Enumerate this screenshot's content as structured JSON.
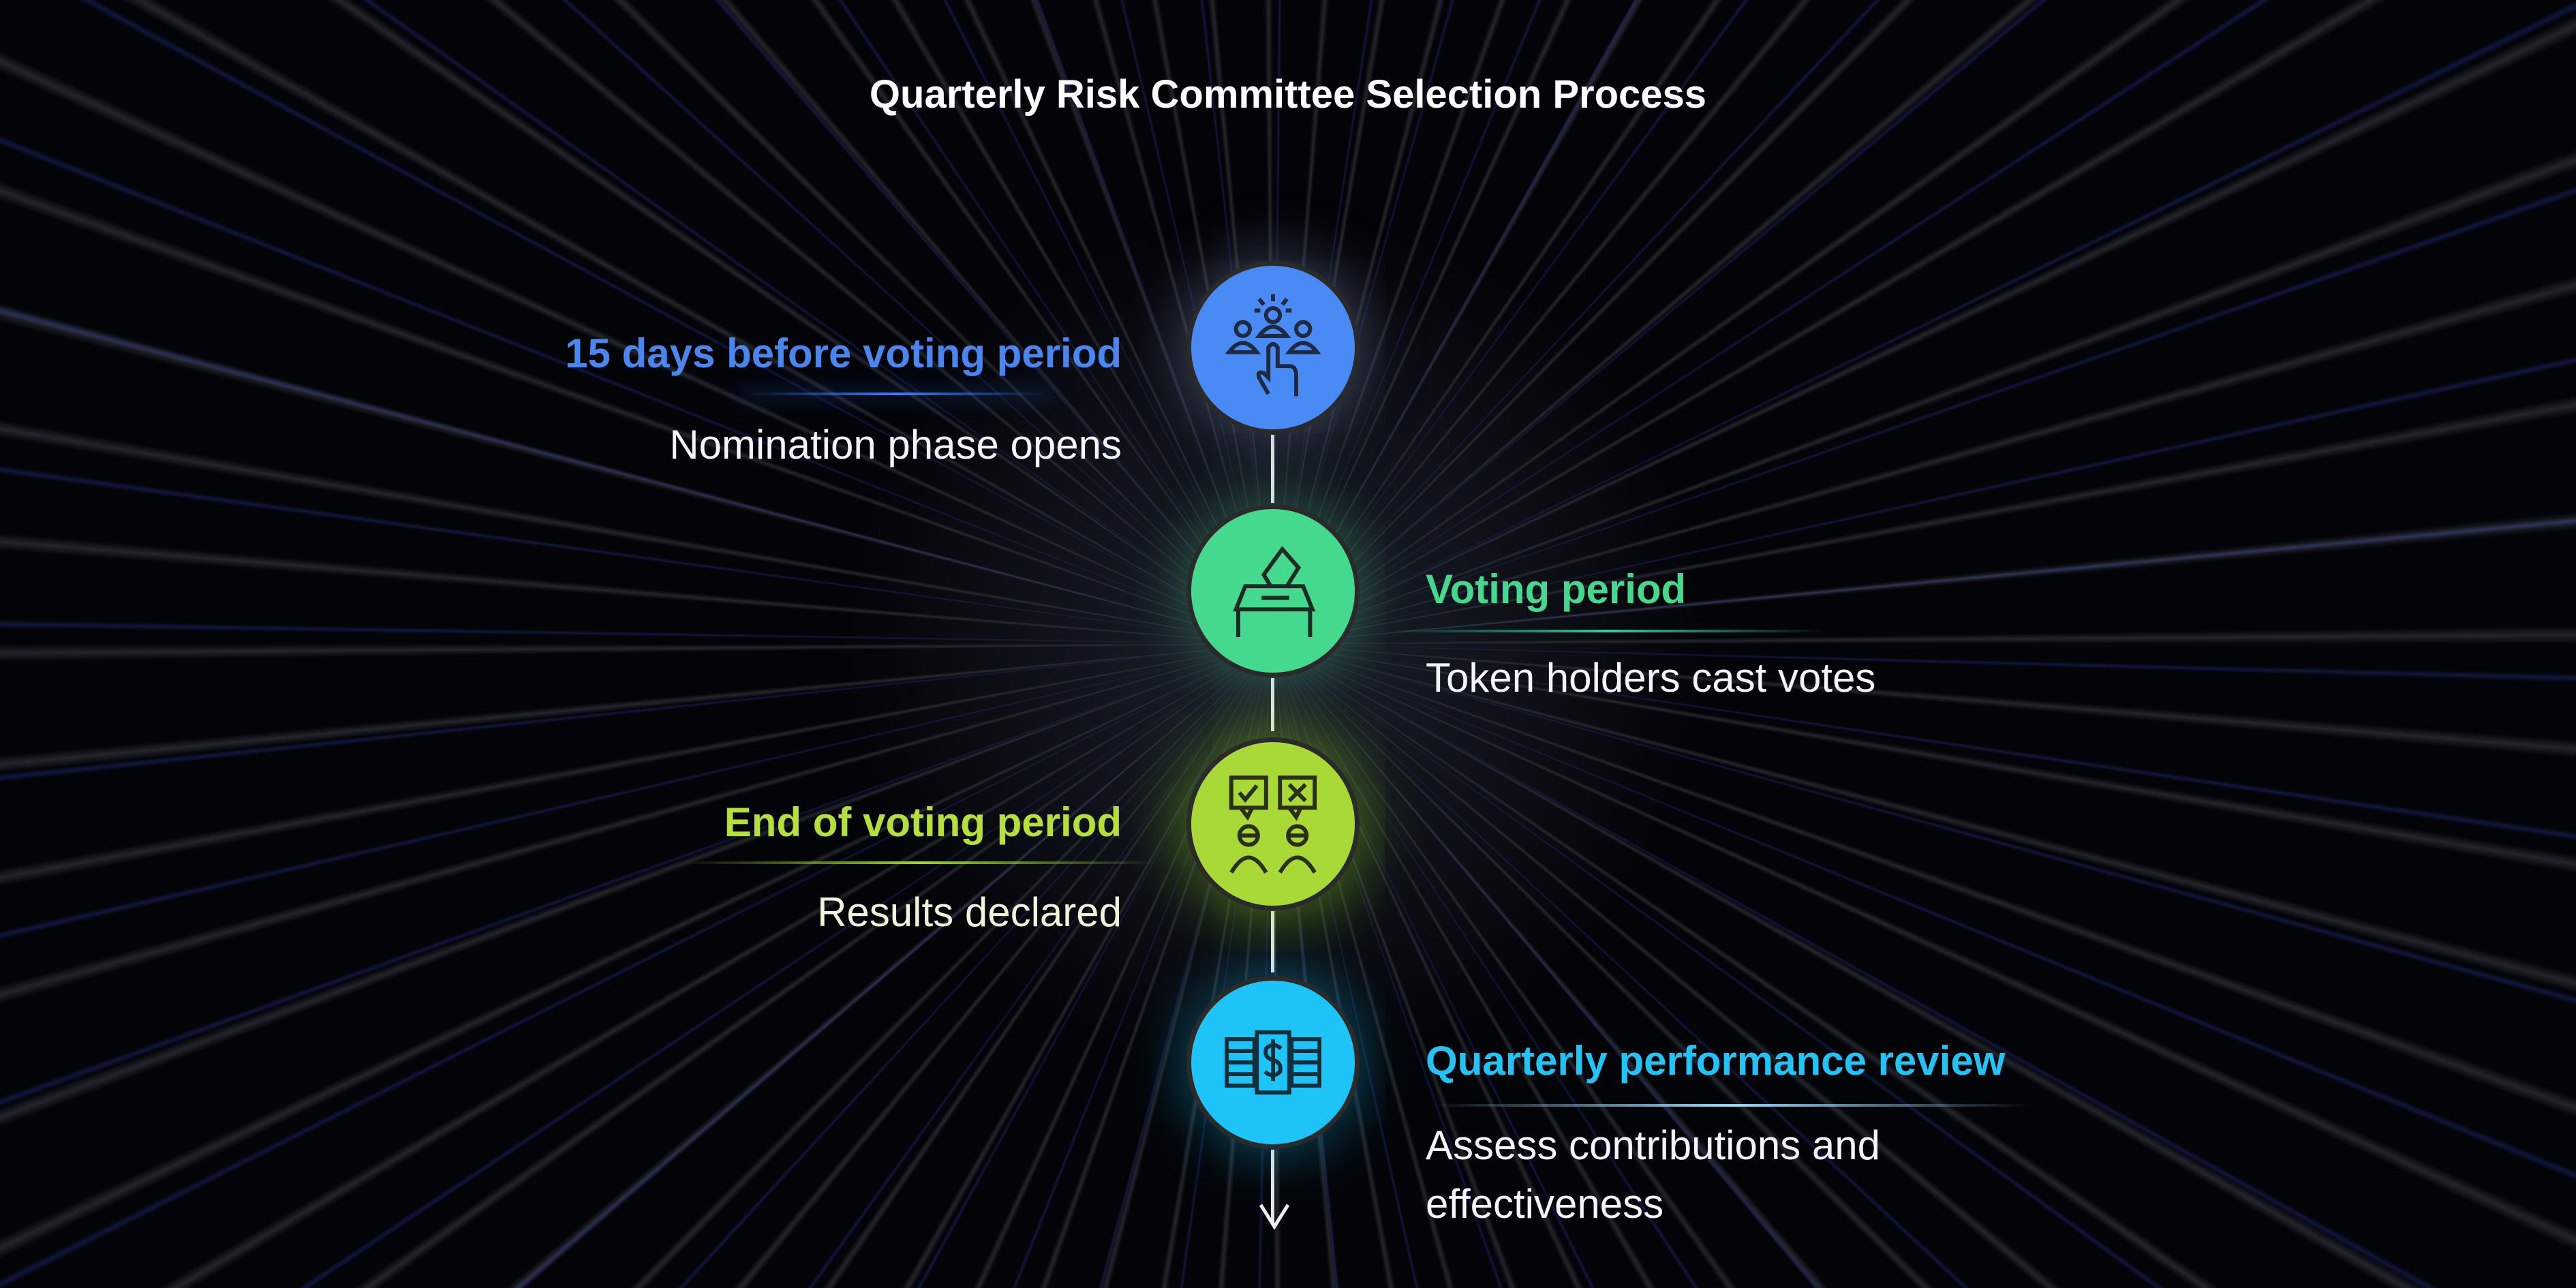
{
  "title": "Quarterly Risk Committee Selection Process",
  "colors": {
    "blue": "#4a8af4",
    "green": "#45d98f",
    "lime": "#a9d937",
    "cyan": "#1ec3f7"
  },
  "steps": [
    {
      "heading": "15 days before voting period",
      "description": "Nomination phase opens",
      "icon": "people-selection-hand-icon"
    },
    {
      "heading": "Voting period",
      "description": "Token holders cast votes",
      "icon": "ballot-box-icon"
    },
    {
      "heading": "End of voting period",
      "description": "Results declared",
      "icon": "vote-results-icon"
    },
    {
      "heading": "Quarterly performance review",
      "description": "Assess contributions and effectiveness",
      "icon": "money-review-icon"
    }
  ]
}
